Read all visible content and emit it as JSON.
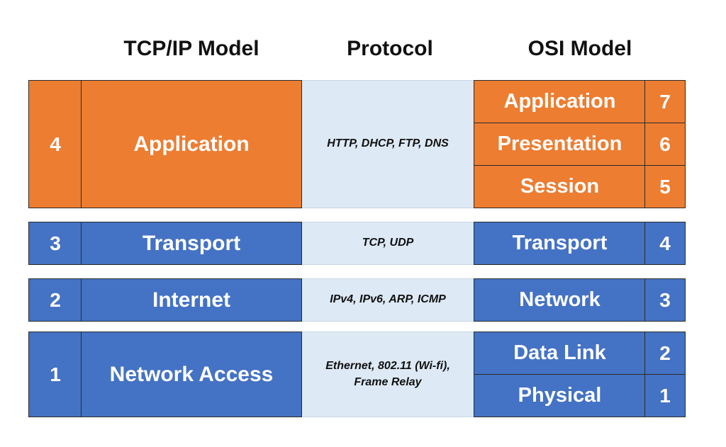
{
  "headers": {
    "tcpip": "TCP/IP Model",
    "protocol": "Protocol",
    "osi": "OSI Model"
  },
  "tcpip_layers": [
    {
      "number": "4",
      "name": "Application"
    },
    {
      "number": "3",
      "name": "Transport"
    },
    {
      "number": "2",
      "name": "Internet"
    },
    {
      "number": "1",
      "name": "Network Access"
    }
  ],
  "protocols": [
    {
      "line1": "HTTP, DHCP, FTP, DNS",
      "line2": ""
    },
    {
      "line1": "TCP, UDP",
      "line2": ""
    },
    {
      "line1": "IPv4, IPv6, ARP, ICMP",
      "line2": ""
    },
    {
      "line1": "Ethernet, 802.11 (Wi-fi),",
      "line2": "Frame Relay"
    }
  ],
  "osi_layers": [
    {
      "name": "Application",
      "number": "7"
    },
    {
      "name": "Presentation",
      "number": "6"
    },
    {
      "name": "Session",
      "number": "5"
    },
    {
      "name": "Transport",
      "number": "4"
    },
    {
      "name": "Network",
      "number": "3"
    },
    {
      "name": "Data Link",
      "number": "2"
    },
    {
      "name": "Physical",
      "number": "1"
    }
  ],
  "colors": {
    "application_group": "#ed7d31",
    "lower_layers": "#4472c4",
    "protocol_bg": "#dde9f5"
  }
}
